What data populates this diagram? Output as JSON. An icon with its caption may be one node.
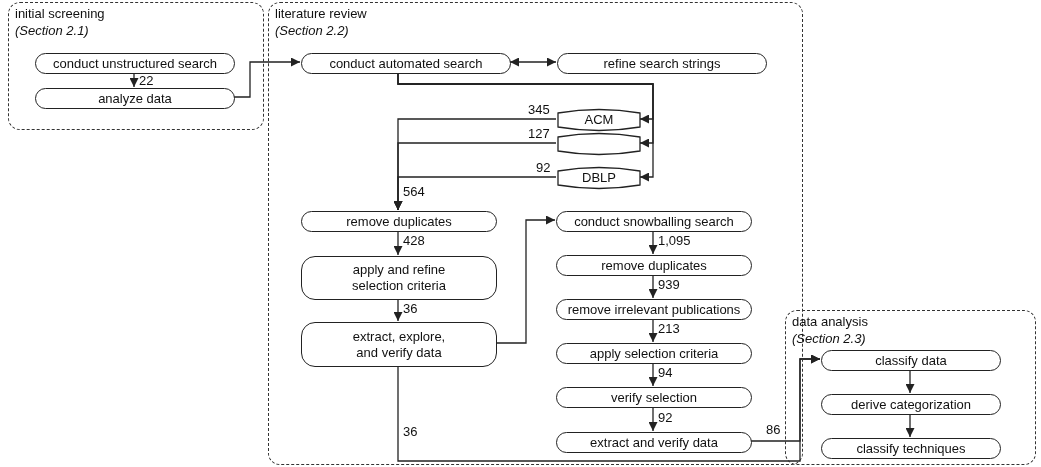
{
  "diagram": {
    "nodes": [
      {
        "text": [
          "initial screening",
          "(Section 2.1)"
        ]
      },
      {
        "text": [
          "conduct unstructured search"
        ],
        "in": 0
      },
      {
        "text": [
          "analyze data"
        ],
        "in": 0
      },
      {
        "text": [
          "literature review",
          "(Section 2.2)"
        ]
      },
      {
        "text": [
          "conduct automated search"
        ],
        "in": 3
      },
      {
        "text": [
          "refine search strings"
        ],
        "in": 3
      },
      {
        "text": [
          "ACM"
        ],
        "in": 3
      },
      {
        "text": [],
        "shape": "cylinder",
        "in": 3
      },
      {
        "text": [
          "DBLP"
        ],
        "in": 3
      },
      {
        "text": [
          "remove duplicates"
        ],
        "in": 3
      },
      {
        "text": [
          "apply and refine selection criteria"
        ],
        "in": 3
      },
      {
        "text": [
          "extract, explore, and verify data"
        ],
        "in": 3
      },
      {
        "text": [
          "conduct snowballing search"
        ],
        "in": 3
      },
      {
        "text": [
          "remove duplicates"
        ],
        "in": 3
      },
      {
        "text": [
          "remove irrelevant publications"
        ],
        "in": 3
      },
      {
        "text": [
          "apply selection criteria"
        ],
        "in": 3
      },
      {
        "text": [
          "verify selection"
        ],
        "in": 3
      },
      {
        "text": [
          "extract and verify data"
        ],
        "in": 3
      },
      {
        "text": [
          "data analysis",
          "(Section 2.3)"
        ]
      },
      {
        "text": [
          "classify data"
        ],
        "in": 18
      },
      {
        "text": [
          "derive categorization"
        ],
        "in": 18
      },
      {
        "text": [
          "classify techniques"
        ],
        "in": 18
      }
    ],
    "edges": [
      {
        "from": 1,
        "to": 2,
        "arrow": "to",
        "label": "22"
      },
      {
        "from": 2,
        "to": 4,
        "arrow": "to"
      },
      {
        "from": 4,
        "to": 5,
        "arrow": "both"
      },
      {
        "from": 4,
        "to": 6,
        "arrow": "to"
      },
      {
        "from": 4,
        "to": 7,
        "arrow": "to"
      },
      {
        "from": 4,
        "to": 8,
        "arrow": "to"
      },
      {
        "from": 6,
        "to": 9,
        "arrow": "to",
        "label": "345"
      },
      {
        "from": 7,
        "to": 9,
        "arrow": "to",
        "label": "127"
      },
      {
        "from": 8,
        "to": 9,
        "arrow": "to",
        "label": "92"
      },
      {
        "from": 9,
        "to": 10,
        "arrow": "to",
        "label": "428"
      },
      {
        "from": 10,
        "to": 11,
        "arrow": "to",
        "label": "36"
      },
      {
        "from": 11,
        "to": 12,
        "arrow": "to"
      },
      {
        "from": 12,
        "to": 13,
        "arrow": "to",
        "label": "1,095"
      },
      {
        "from": 13,
        "to": 14,
        "arrow": "to",
        "label": "939"
      },
      {
        "from": 14,
        "to": 15,
        "arrow": "to",
        "label": "213"
      },
      {
        "from": 15,
        "to": 16,
        "arrow": "to",
        "label": "94"
      },
      {
        "from": 16,
        "to": 17,
        "arrow": "to",
        "label": "92"
      },
      {
        "from": 11,
        "to": 19,
        "arrow": "to",
        "label": "36"
      },
      {
        "from": 17,
        "to": 19,
        "arrow": "to",
        "label": "86"
      },
      {
        "from": 19,
        "to": 20,
        "arrow": "to"
      },
      {
        "from": 20,
        "to": 21,
        "arrow": "to"
      }
    ],
    "labels": [
      "564"
    ]
  }
}
